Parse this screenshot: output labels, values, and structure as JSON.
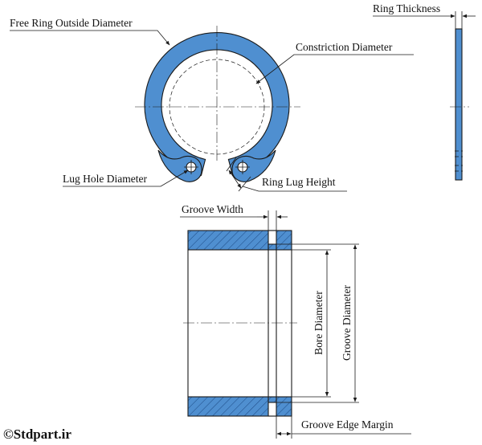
{
  "colors": {
    "ring_fill": "#4f8fd0",
    "outline": "#1a1a1a",
    "hatch": "#3d6fb0"
  },
  "labels": {
    "free_ring_outside_diameter": "Free Ring Outside Diameter",
    "ring_thickness": "Ring Thickness",
    "constriction_diameter": "Constriction Diameter",
    "lug_hole_diameter": "Lug Hole Diameter",
    "ring_lug_height": "Ring Lug Height",
    "groove_width": "Groove Width",
    "bore_diameter": "Bore Diameter",
    "groove_diameter": "Groove Diameter",
    "groove_edge_margin": "Groove Edge Margin"
  },
  "watermark": "©Stdpart.ir"
}
